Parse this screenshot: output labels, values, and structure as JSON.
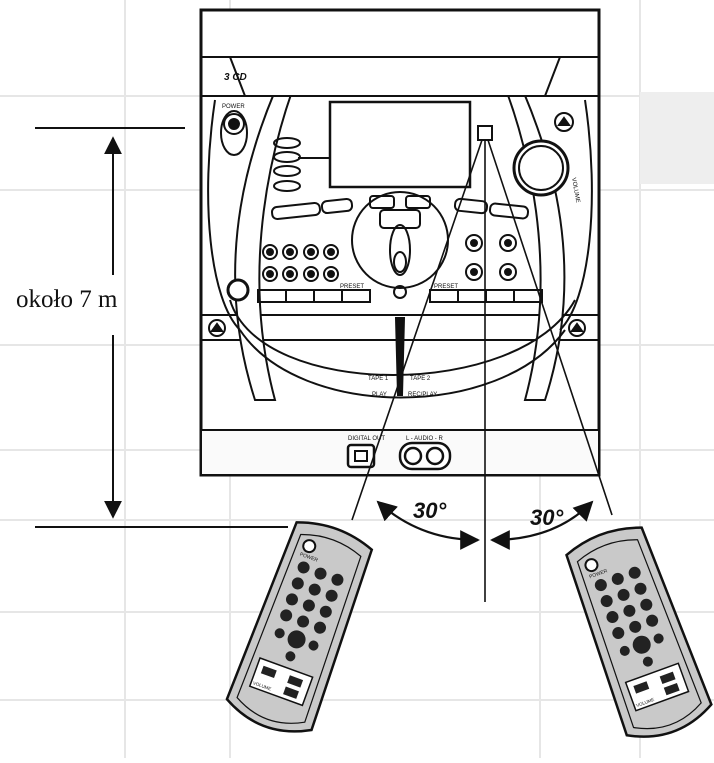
{
  "distance_label": "około 7 m",
  "angle_left": "30°",
  "angle_right": "30°",
  "device": {
    "logo_text": "3 CD",
    "power_label": "POWER",
    "volume_label": "VOLUME",
    "preset_left": "PRESET",
    "preset_right": "PRESET",
    "tape1_label": "TAPE 1",
    "tape2_label": "TAPE 2",
    "play_label": "PLAY",
    "rec_play_label": "REC/PLAY",
    "digital_out_label": "DIGITAL OUT",
    "audio_label": "L - AUDIO - R"
  },
  "remote_labels": {
    "power": "POWER",
    "volume": "VOLUME"
  },
  "colors": {
    "line": "#111111",
    "grid": "#e6e6e6",
    "remote_body": "#c9c9c9",
    "button": "#222222"
  }
}
